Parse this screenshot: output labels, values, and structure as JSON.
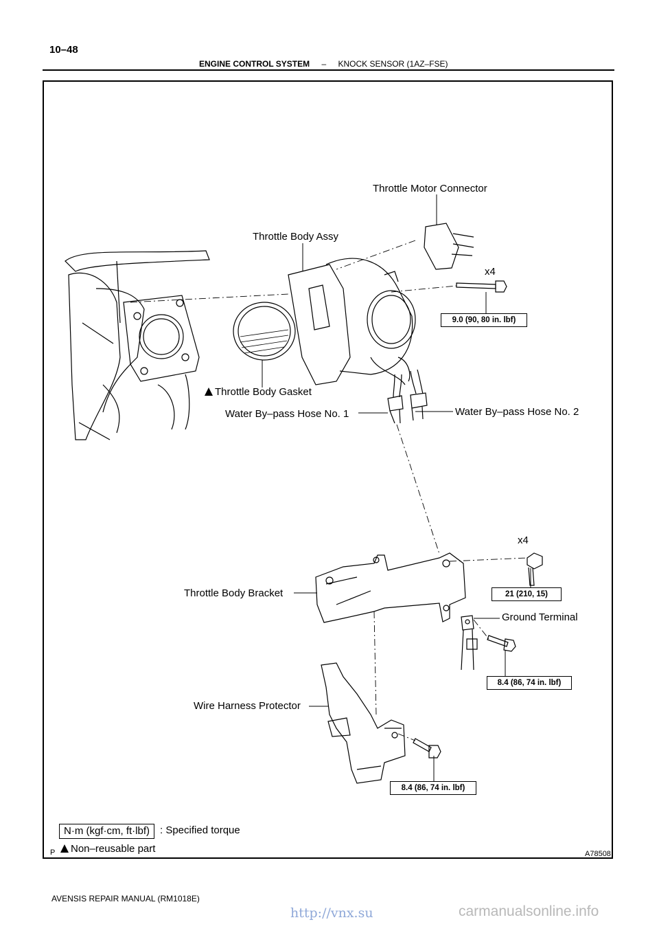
{
  "header": {
    "page_number": "10–48",
    "section": "ENGINE CONTROL SYSTEM",
    "separator": "–",
    "subsection": "KNOCK SENSOR (1AZ–FSE)"
  },
  "figure": {
    "labels": {
      "throttle_motor_connector": "Throttle Motor Connector",
      "throttle_body_assy": "Throttle Body Assy",
      "x4_top": "x4",
      "throttle_body_gasket": "Throttle Body Gasket",
      "water_bypass_hose_1": "Water By–pass Hose No. 1",
      "water_bypass_hose_2": "Water By–pass Hose No. 2",
      "x4_bracket": "x4",
      "throttle_body_bracket": "Throttle Body Bracket",
      "ground_terminal": "Ground Terminal",
      "wire_harness_protector": "Wire Harness Protector"
    },
    "torques": {
      "throttle_body_bolt": "9.0 (90, 80 in. lbf)",
      "bracket_bolt": "21 (210, 15)",
      "ground_bolt": "8.4 (86, 74 in. lbf)",
      "protector_bolt": "8.4 (86, 74 in. lbf)"
    },
    "legend": {
      "torque_unit_box": "N·m (kgf·cm, ft·lbf)",
      "torque_text": ": Specified torque",
      "non_reusable": "Non–reusable part"
    },
    "ref_p": "P",
    "ref_code": "A78508"
  },
  "footer": {
    "manual": "AVENSIS REPAIR MANUAL   (RM1018E)",
    "url": "http://vnx.su",
    "watermark": "carmanualsonline.info"
  }
}
